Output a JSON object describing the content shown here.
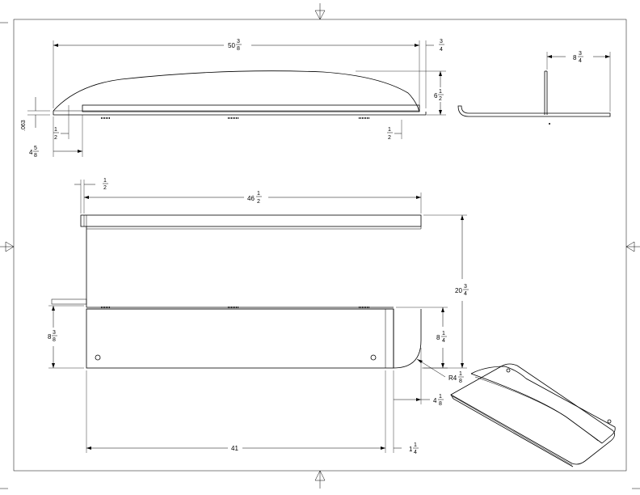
{
  "dimensions": {
    "overall_length": {
      "whole": "50",
      "num": "3",
      "den": "8"
    },
    "tail_offset": {
      "num": "3",
      "den": "4"
    },
    "side_height": {
      "whole": "6",
      "num": "1",
      "den": "2"
    },
    "plate_thickness_label": ".063",
    "left_tab": {
      "num": "1",
      "den": "2"
    },
    "right_tab": {
      "num": "1",
      "den": "2"
    },
    "left_overhang": {
      "whole": "4",
      "num": "5",
      "den": "8"
    },
    "end_height": {
      "whole": "8",
      "num": "3",
      "den": "4"
    },
    "top_lip": {
      "num": "1",
      "den": "2"
    },
    "top_length": {
      "whole": "46",
      "num": "1",
      "den": "2"
    },
    "total_width": {
      "whole": "20",
      "num": "3",
      "den": "4"
    },
    "lower_depth": {
      "whole": "8",
      "num": "3",
      "den": "8"
    },
    "corner_depth": {
      "whole": "8",
      "num": "1",
      "den": "4"
    },
    "corner_radius": {
      "prefix": "R4",
      "num": "1",
      "den": "8"
    },
    "corner_offset": {
      "whole": "4",
      "num": "1",
      "den": "8"
    },
    "base_length": "41",
    "base_tail": {
      "whole": "1",
      "num": "1",
      "den": "4"
    }
  }
}
